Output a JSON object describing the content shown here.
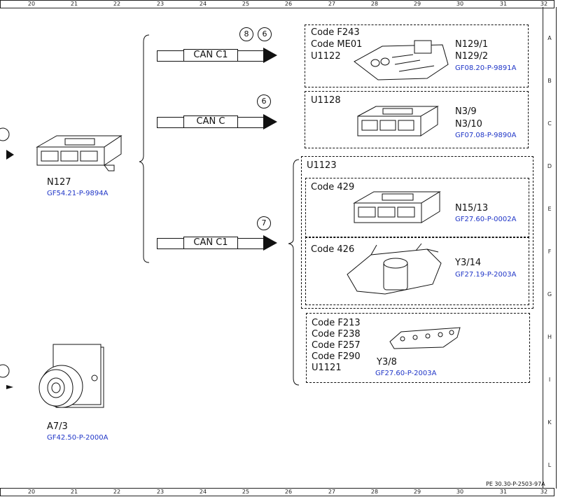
{
  "ruler": {
    "columns": [
      "20",
      "21",
      "22",
      "23",
      "24",
      "25",
      "26",
      "27",
      "28",
      "29",
      "30",
      "31",
      "32"
    ],
    "rows": [
      "A",
      "B",
      "C",
      "D",
      "E",
      "F",
      "G",
      "H",
      "I",
      "K",
      "L"
    ]
  },
  "buses": [
    {
      "label": "CAN C1",
      "circles": [
        "8",
        "6"
      ]
    },
    {
      "label": "CAN C",
      "circles": [
        "6"
      ]
    },
    {
      "label": "CAN C1",
      "circles": [
        "7"
      ]
    }
  ],
  "left_components": [
    {
      "code": "N127",
      "ref": "GF54.21-P-9894A"
    },
    {
      "code": "A7/3",
      "ref": "GF42.50-P-2000A"
    }
  ],
  "boxes": {
    "b1": {
      "lines": [
        "Code F243",
        "Code ME01",
        "U1122"
      ],
      "codes": [
        "N129/1",
        "N129/2"
      ],
      "ref": "GF08.20-P-9891A"
    },
    "b2": {
      "lines": [
        "U1128"
      ],
      "codes": [
        "N3/9",
        "N3/10"
      ],
      "ref": "GF07.08-P-9890A"
    },
    "group": {
      "title": "U1123"
    },
    "b3": {
      "lines": [
        "Code 429"
      ],
      "codes": [
        "N15/13"
      ],
      "ref": "GF27.60-P-0002A"
    },
    "b4": {
      "lines": [
        "Code 426"
      ],
      "codes": [
        "Y3/14"
      ],
      "ref": "GF27.19-P-2003A"
    },
    "b5": {
      "lines": [
        "Code F213",
        "Code F238",
        "Code F257",
        "Code F290",
        "U1121"
      ],
      "codes": [
        "Y3/8"
      ],
      "ref": "GF27.60-P-2003A"
    }
  },
  "footer_ref": "PE 30.30-P-2503-97A",
  "colors": {
    "link": "#1f35c7",
    "line": "#111111"
  }
}
